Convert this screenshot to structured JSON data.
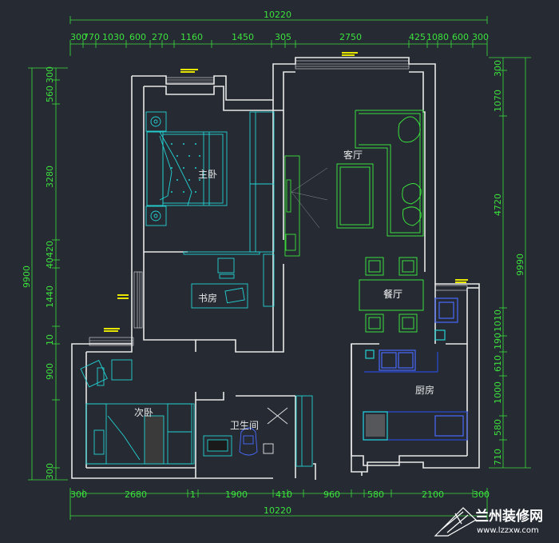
{
  "dimensions": {
    "overall_top": "10220",
    "overall_bottom": "10220",
    "top_segments": [
      "300",
      "770",
      "1030",
      "600",
      "270",
      "1160",
      "1450",
      "305",
      "2750",
      "425",
      "1080",
      "600",
      "300"
    ],
    "bottom_segments": [
      "300",
      "2680",
      "1",
      "1900",
      "410",
      "960",
      "580",
      "2100",
      "300"
    ],
    "left_overall": "9900",
    "left_segments": [
      "300",
      "560",
      "3280",
      "420",
      "40",
      "1440",
      "10",
      "900",
      "300"
    ],
    "right_overall": "9990",
    "right_segments": [
      "300",
      "1070",
      "4720",
      "1010",
      "190",
      "610",
      "1000",
      "580",
      "710"
    ]
  },
  "rooms": {
    "master_bedroom": "主卧",
    "living_room": "客厅",
    "study": "书房",
    "dining_room": "餐厅",
    "kitchen": "厨房",
    "bathroom": "卫生间",
    "second_bedroom": "次卧"
  },
  "watermark": {
    "brand": "兰州装修网",
    "url": "www.lzzxw.com"
  },
  "colors": {
    "background": "#252a33",
    "wall": "#e8e8e8",
    "dimension": "#3ce23c",
    "furniture": "#23d3d3",
    "sofa": "#3ce23c",
    "kitchen_counter": "#2a4bd6",
    "dining_table": "#3ce23c"
  }
}
